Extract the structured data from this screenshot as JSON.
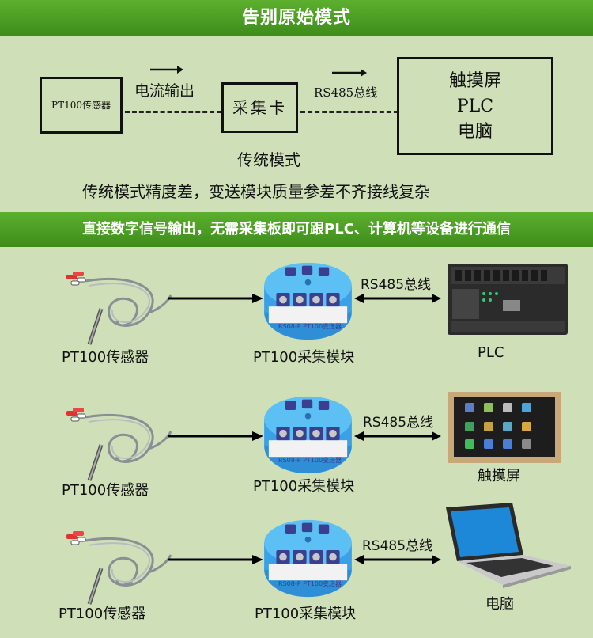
{
  "banner_top": "告别原始模式",
  "traditional": {
    "sensor": "PT100传感器",
    "current_out": "电流输出",
    "card": "采集卡",
    "bus": "RS485总线",
    "targets": [
      "触摸屏",
      "PLC",
      "电脑"
    ],
    "mode": "传统模式",
    "description": "传统模式精度差，变送模块质量参差不齐接线复杂"
  },
  "banner_mid": "直接数字信号输出，无需采集板即可跟PLC、计算机等设备进行通信",
  "module_text": "RS08-P PT100变送器",
  "rows": [
    {
      "sensor": "PT100传感器",
      "module": "PT100采集模块",
      "bus": "RS485总线",
      "device": "PLC"
    },
    {
      "sensor": "PT100传感器",
      "module": "PT100采集模块",
      "bus": "RS485总线",
      "device": "触摸屏"
    },
    {
      "sensor": "PT100传感器",
      "module": "PT100采集模块",
      "bus": "RS485总线",
      "device": "电脑"
    }
  ]
}
